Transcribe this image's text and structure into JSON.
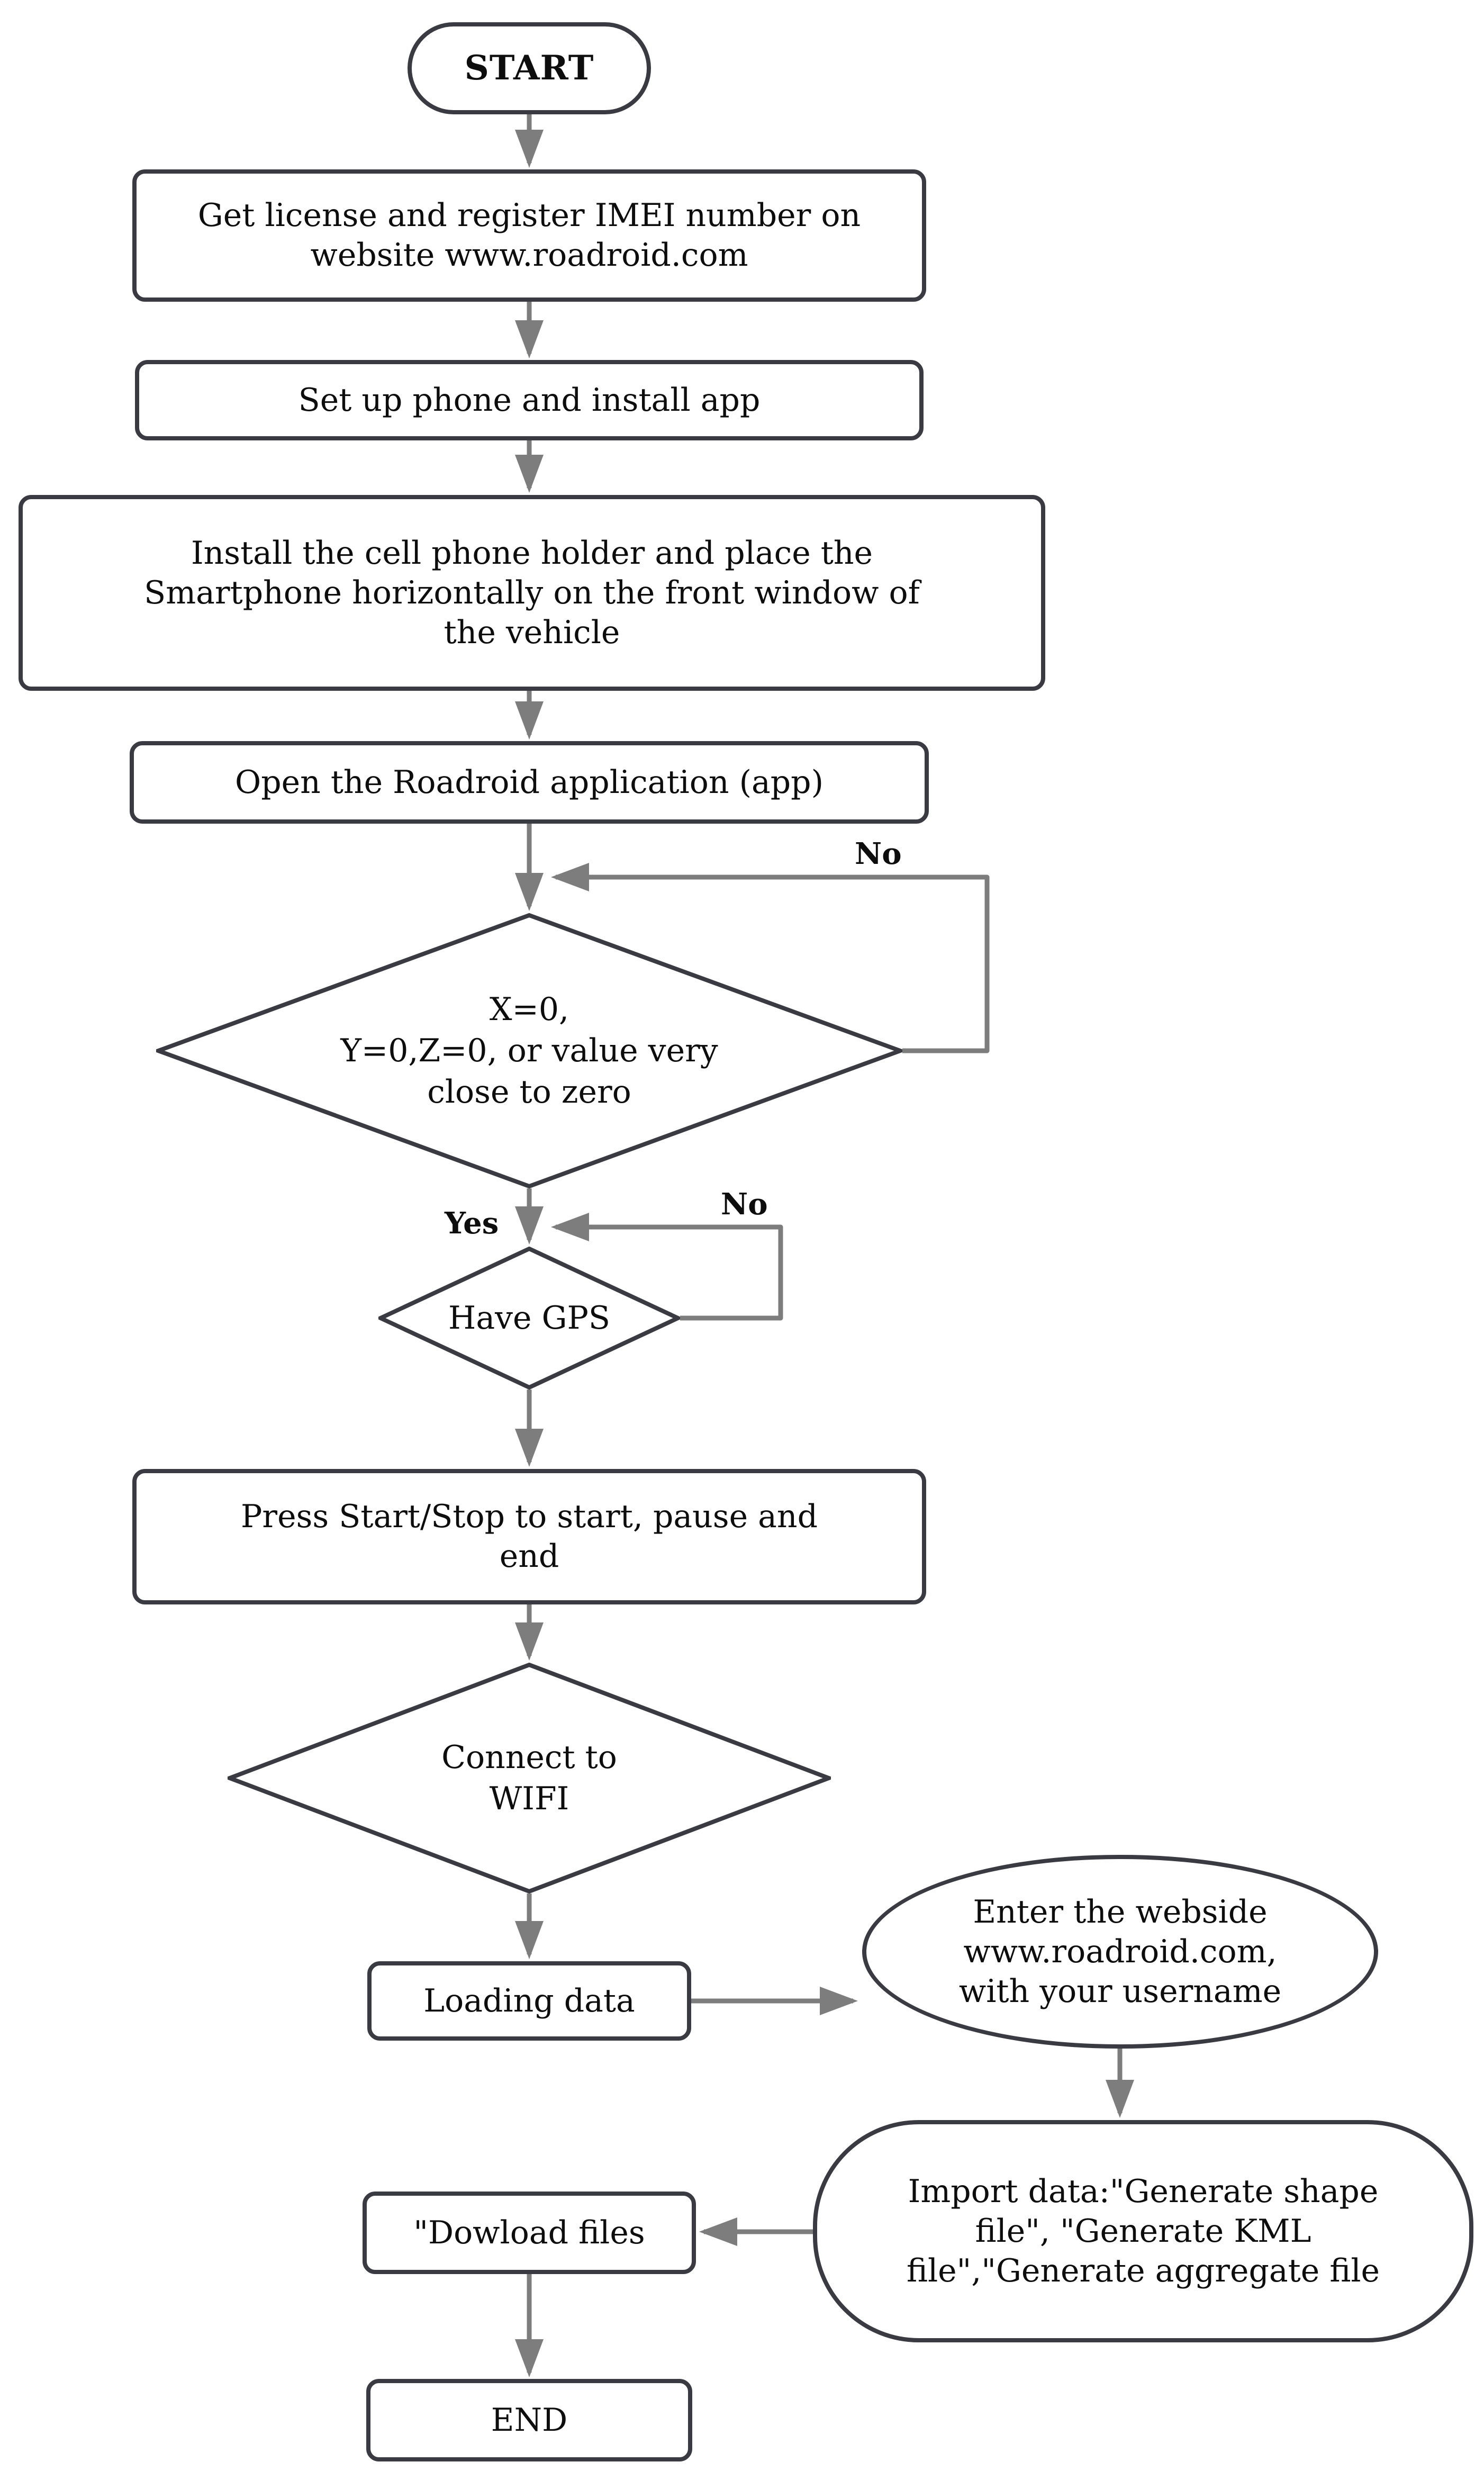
{
  "diagram_type": "flowchart",
  "nodes": {
    "start": {
      "label": "START",
      "shape": "stadium"
    },
    "license": {
      "label": "Get license and register IMEI number on website www.roadroid.com",
      "shape": "rect"
    },
    "setup": {
      "label": "Set up phone and install app",
      "shape": "rect"
    },
    "install": {
      "label": "Install the cell phone holder and place the Smartphone horizontally on the front window of the vehicle",
      "shape": "rect"
    },
    "open_app": {
      "label": "Open the Roadroid application (app)",
      "shape": "rect"
    },
    "sensor_check": {
      "label": "X=0,\nY=0,Z=0, or value very close to zero",
      "shape": "diamond"
    },
    "gps_check": {
      "label": "Have GPS",
      "shape": "diamond"
    },
    "press": {
      "label": "Press Start/Stop to start, pause and end",
      "shape": "rect"
    },
    "wifi_check": {
      "label": "Connect to WIFI",
      "shape": "diamond"
    },
    "loading": {
      "label": "Loading data",
      "shape": "rect"
    },
    "website": {
      "label": "Enter the webside www.roadroid.com, with your username",
      "shape": "ellipse"
    },
    "import_data": {
      "label": "Import data:\"Generate shape file\", \"Generate KML file\",\"Generate aggregate file",
      "shape": "stadium"
    },
    "download": {
      "label": "\"Dowload files",
      "shape": "rect"
    },
    "end": {
      "label": "END",
      "shape": "rect"
    }
  },
  "edge_labels": {
    "no1": "No",
    "yes": "Yes",
    "no2": "No"
  },
  "colors": {
    "background": "#ffffff",
    "border": "#3a3a42",
    "arrow": "#7d7d7d",
    "text": "#0d0d0d"
  }
}
